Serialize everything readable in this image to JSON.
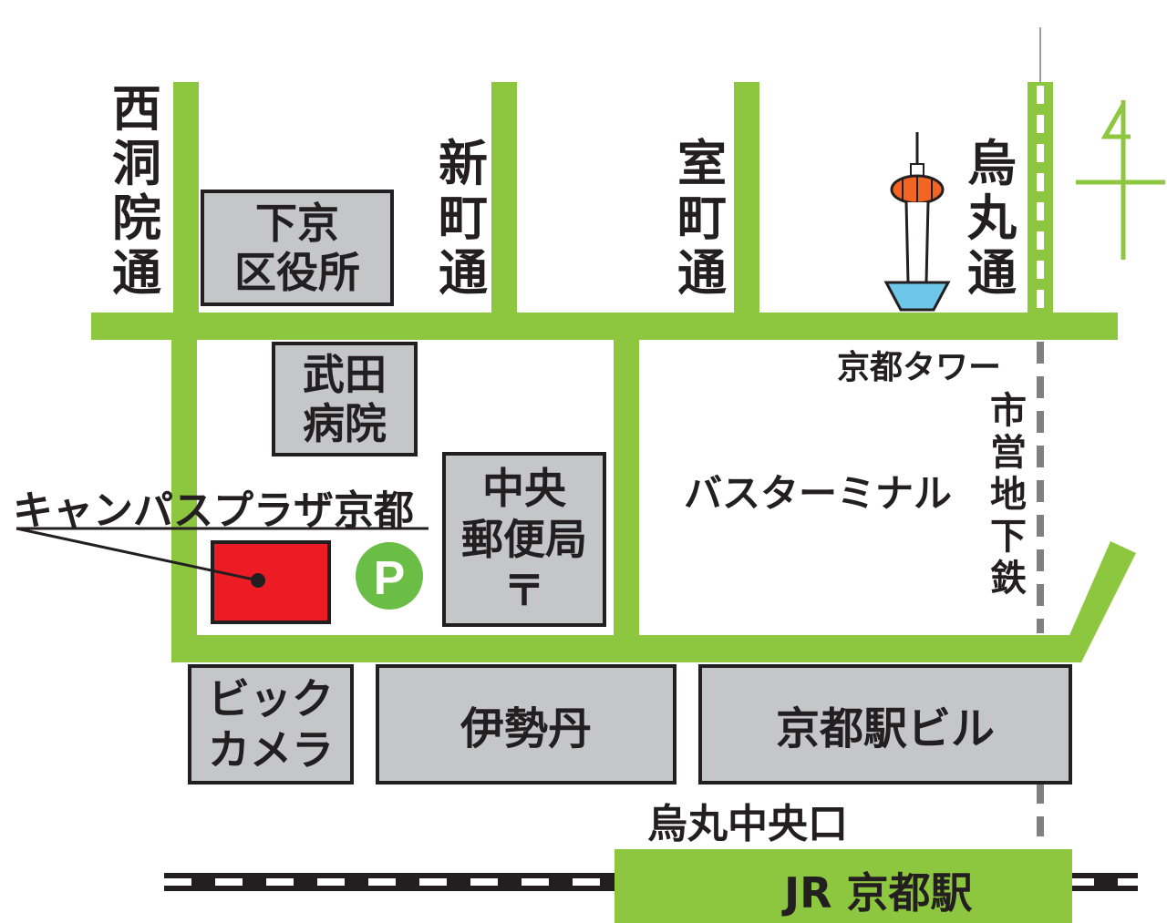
{
  "colors": {
    "road": "#8dc63f",
    "building_fill": "#c5c6c8",
    "building_border": "#231f20",
    "destination": "#ed1c24",
    "parking": "#6abd45",
    "tower_cap": "#f26522",
    "tower_base": "#6ec6e8",
    "text": "#231f20"
  },
  "streets": {
    "nishinotoin": "西\n洞\n院\n通",
    "shinmachi": "新\n町\n通",
    "muromachi": "室\n町\n通",
    "karasuma": "烏\n丸\n通"
  },
  "buildings": {
    "ward_office": "下京\n区役所",
    "hospital": "武田\n病院",
    "post_office": "中央\n郵便局\n〒",
    "bic_camera": "ビック\nカメラ",
    "isetan": "伊勢丹",
    "station_building": "京都駅ビル"
  },
  "labels": {
    "kyoto_tower": "京都タワー",
    "bus_terminal": "バスターミナル",
    "subway": "市\n営\n地\n下\n鉄",
    "destination": "キャンパスプラザ京都",
    "karasuma_exit": "烏丸中央口",
    "station": "JR 京都駅",
    "parking": "P"
  },
  "icons": {
    "north_arrow": "north-arrow-icon",
    "tower": "kyoto-tower-icon",
    "parking": "parking-icon"
  }
}
